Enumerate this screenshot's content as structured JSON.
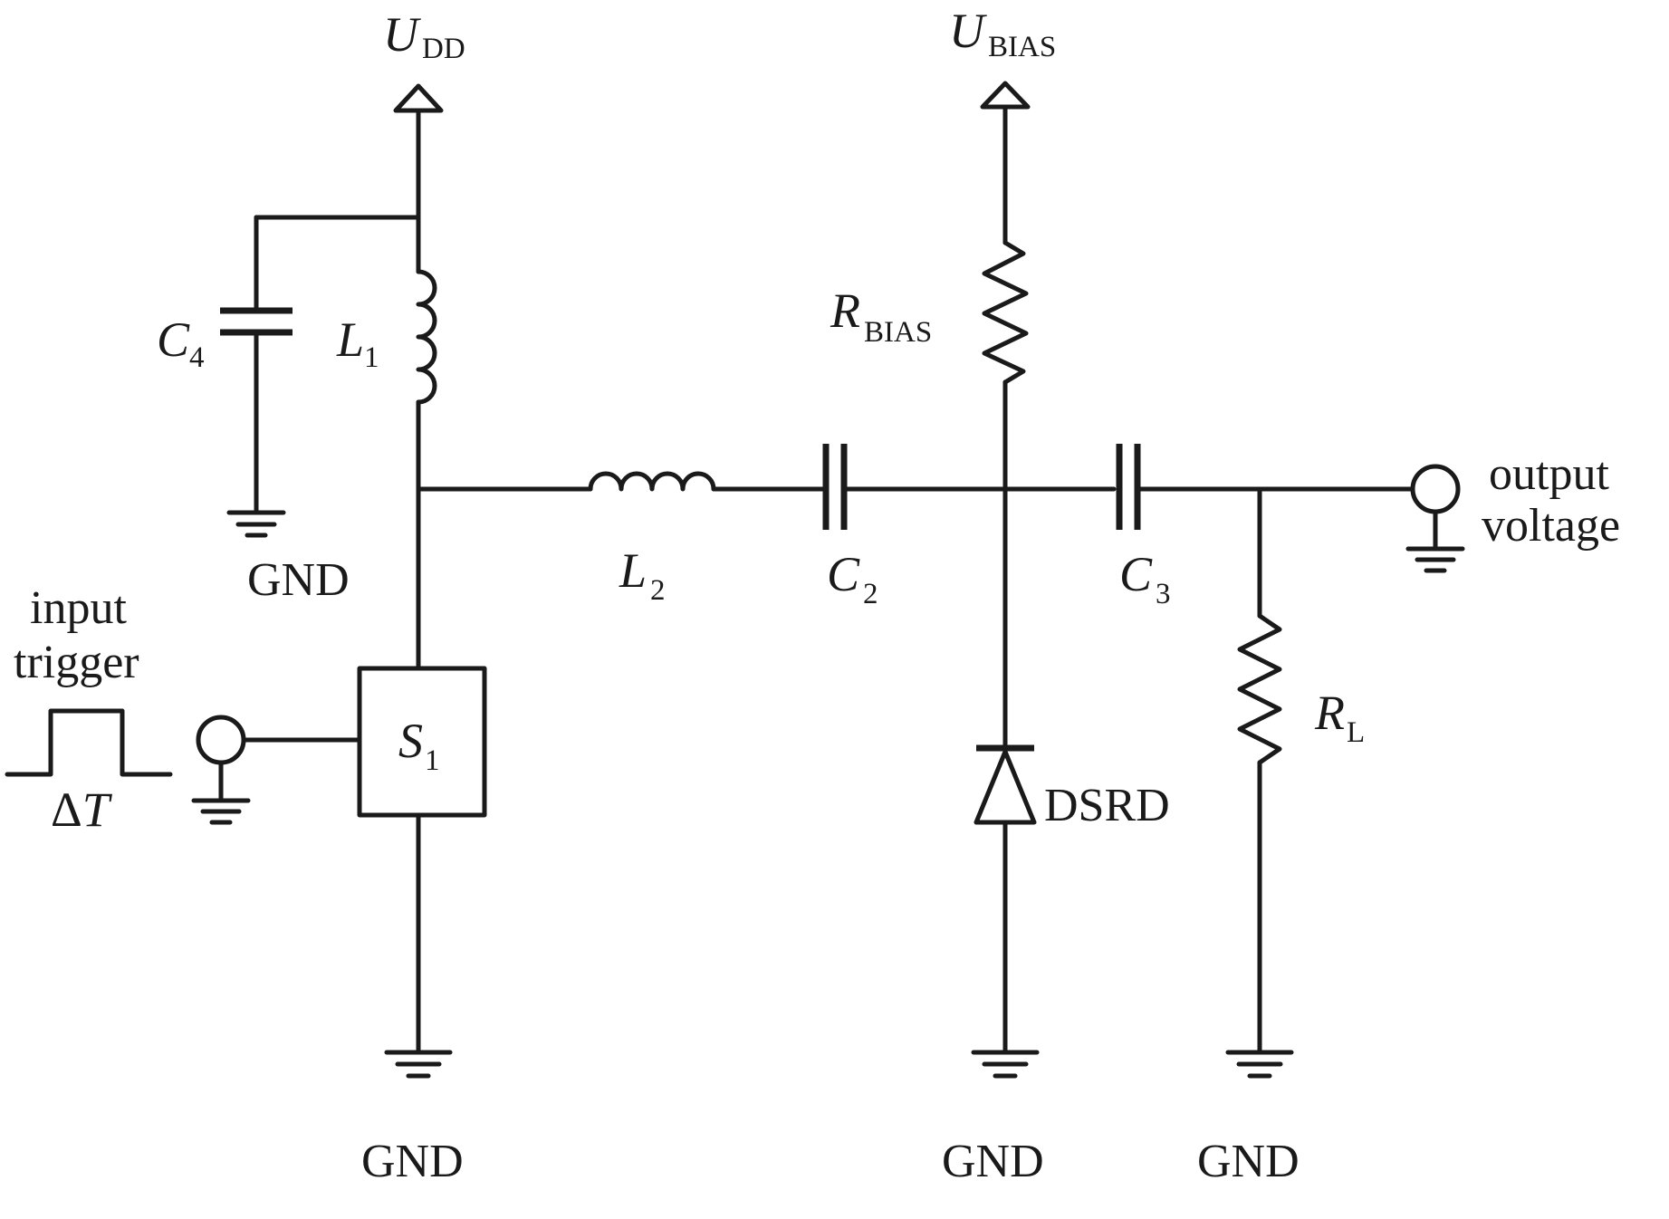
{
  "labels": {
    "udd_main": "U",
    "udd_sub": "DD",
    "ubias_main": "U",
    "ubias_sub": "BIAS",
    "c4_main": "C",
    "c4_sub": "4",
    "l1_main": "L",
    "l1_sub": "1",
    "gnd_c4": "GND",
    "rbias_main": "R",
    "rbias_sub": "BIAS",
    "l2_main": "L",
    "l2_sub": "2",
    "c2_main": "C",
    "c2_sub": "2",
    "c3_main": "C",
    "c3_sub": "3",
    "output_line1": "output",
    "output_line2": "voltage",
    "input_line1": "input",
    "input_line2": "trigger",
    "delta_t_symbol": "Δ",
    "delta_t_var": "T",
    "s1_main": "S",
    "s1_sub": "1",
    "rl_main": "R",
    "rl_sub": "L",
    "dsrd": "DSRD",
    "gnd_s1": "GND",
    "gnd_dsrd": "GND",
    "gnd_rl": "GND"
  }
}
